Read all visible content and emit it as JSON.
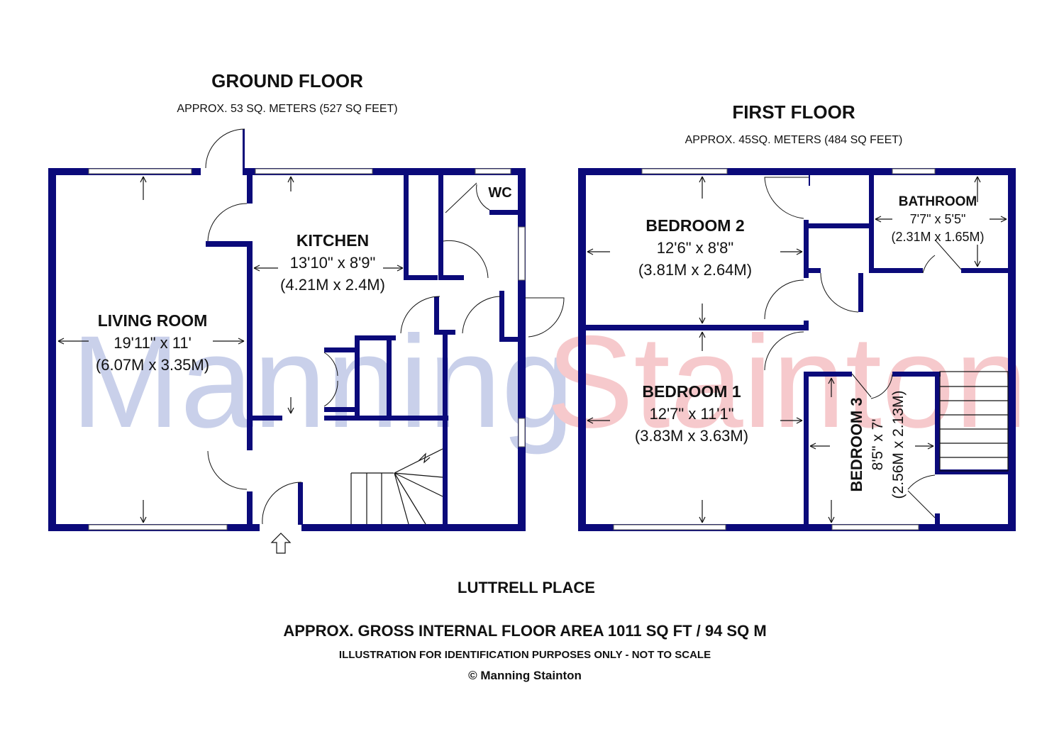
{
  "ground_floor": {
    "title": "GROUND FLOOR",
    "area": "APPROX. 53 SQ. METERS (527 SQ FEET)",
    "rooms": {
      "living": {
        "name": "LIVING ROOM",
        "imperial": "19'11\" x 11'",
        "metric": "(6.07M x 3.35M)"
      },
      "kitchen": {
        "name": "KITCHEN",
        "imperial": "13'10\" x 8'9\"",
        "metric": "(4.21M x 2.4M)"
      },
      "wc": {
        "name": "WC"
      }
    }
  },
  "first_floor": {
    "title": "FIRST FLOOR",
    "area": "APPROX. 45SQ. METERS (484 SQ FEET)",
    "rooms": {
      "bedroom2": {
        "name": "BEDROOM 2",
        "imperial": "12'6\" x 8'8\"",
        "metric": "(3.81M x 2.64M)"
      },
      "bathroom": {
        "name": "BATHROOM",
        "imperial": "7'7\" x 5'5\"",
        "metric": "(2.31M x 1.65M)"
      },
      "bedroom1": {
        "name": "BEDROOM 1",
        "imperial": "12'7\" x 11'1\"",
        "metric": "(3.83M x 3.63M)"
      },
      "bedroom3": {
        "name": "BEDROOM 3",
        "imperial": "8'5\" x 7'",
        "metric": "(2.56M x 2.13M)"
      }
    }
  },
  "footer": {
    "address": "LUTTRELL PLACE",
    "gross_area": "APPROX. GROSS INTERNAL FLOOR AREA 1011 SQ FT / 94 SQ M",
    "disclaimer": "ILLUSTRATION FOR IDENTIFICATION PURPOSES ONLY - NOT TO SCALE",
    "copyright": "© Manning Stainton"
  },
  "watermark": {
    "part1": "Manning",
    "part2": "Stainton",
    "color1": "#c9d0ea",
    "color2": "#f6c9cc"
  },
  "colors": {
    "wall": "#0b0a7a"
  }
}
